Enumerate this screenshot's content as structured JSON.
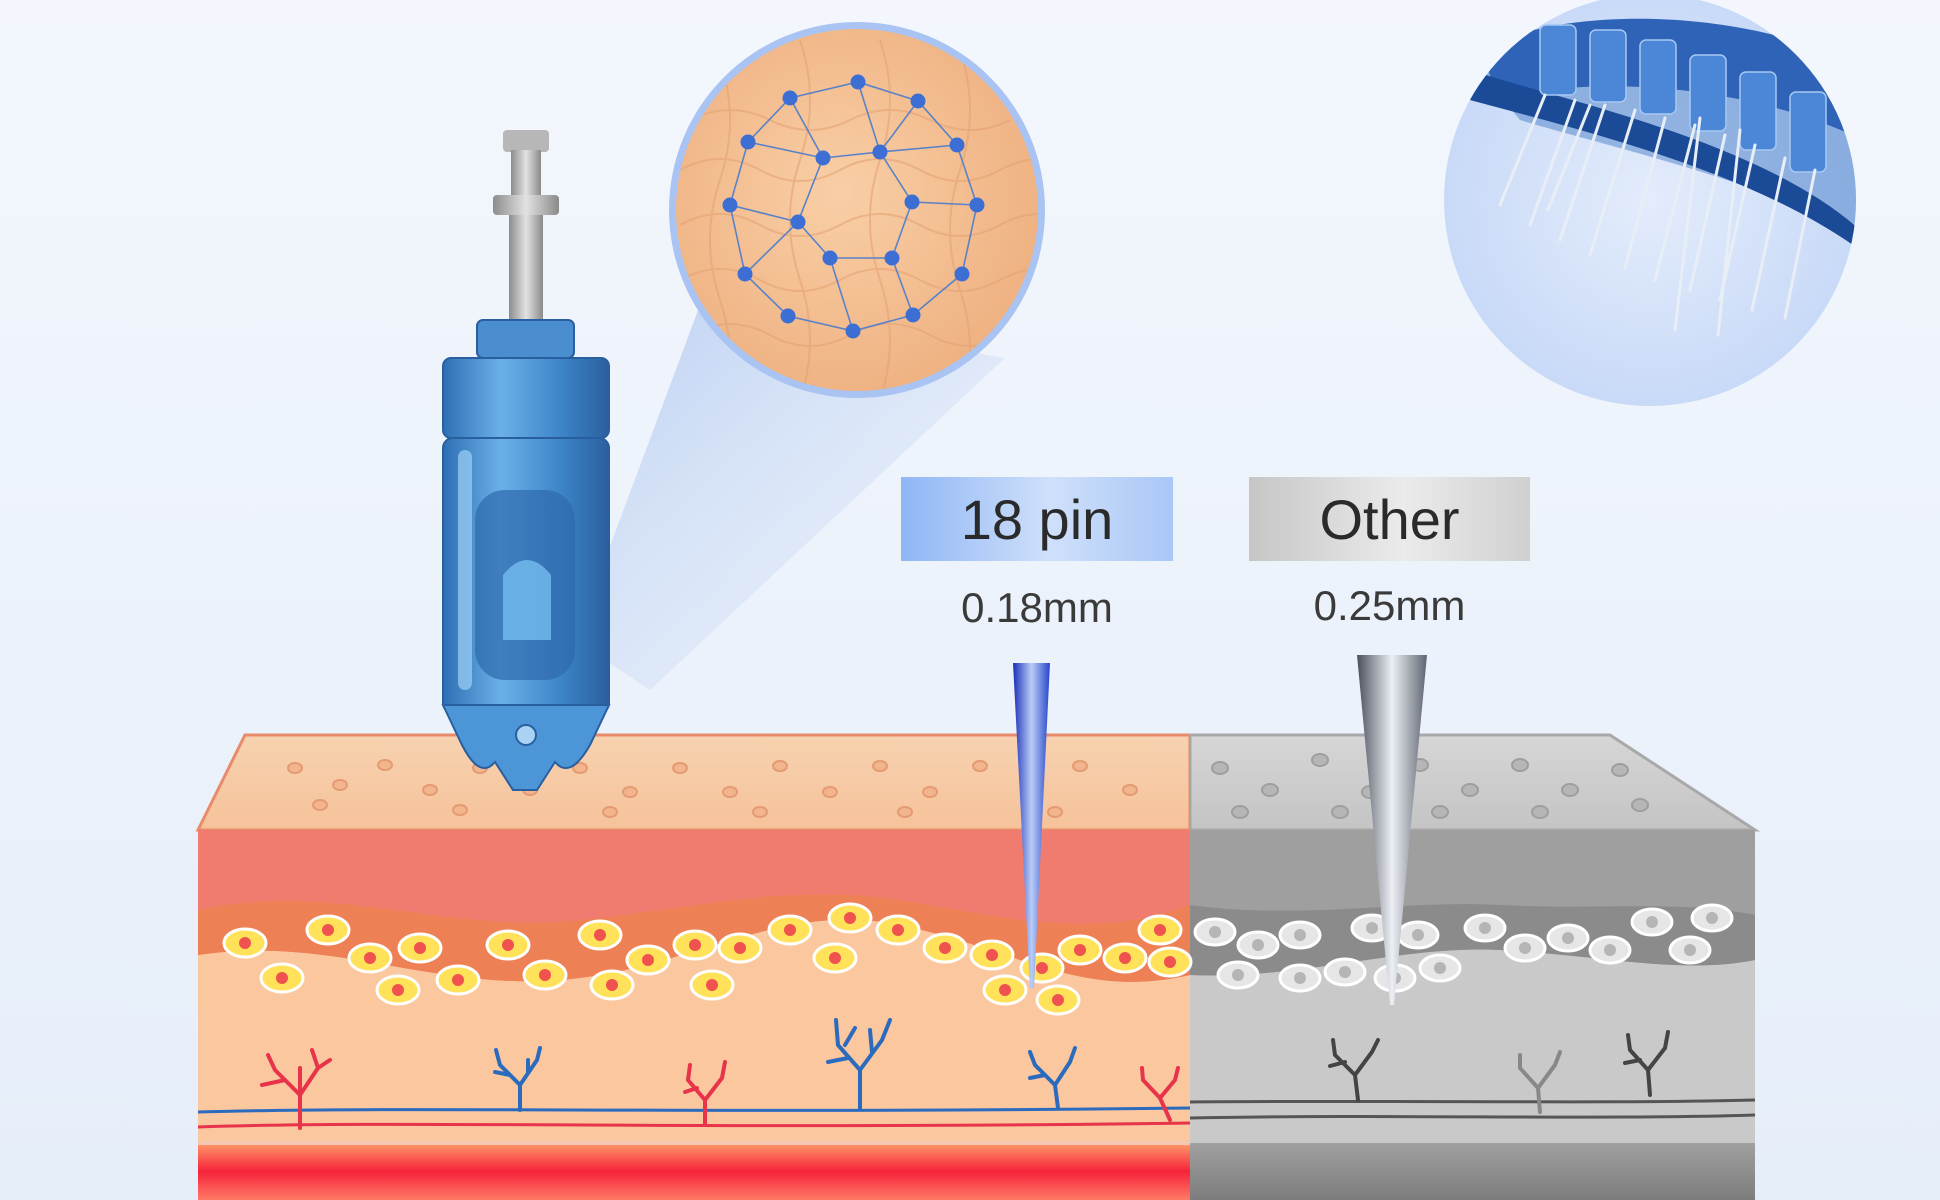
{
  "labels": {
    "pin18": {
      "title": "18 pin",
      "diameter": "0.18mm"
    },
    "other": {
      "title": "Other",
      "diameter": "0.25mm"
    }
  },
  "colors": {
    "background": "#eef4fc",
    "highlight_blue": "#8fb6f5",
    "needle_blue": "#2d55d8",
    "cartridge_blue": "#3b86c9",
    "skin_top": "#f7c9a2",
    "dermis_red": "#f07a6e",
    "fat_layer": "#f08a5e",
    "fat_cell_yellow": "#ffe259",
    "vessel_red": "#e8344a",
    "vessel_blue": "#2b6bbd",
    "grey_tissue": "#b9b9b9"
  }
}
